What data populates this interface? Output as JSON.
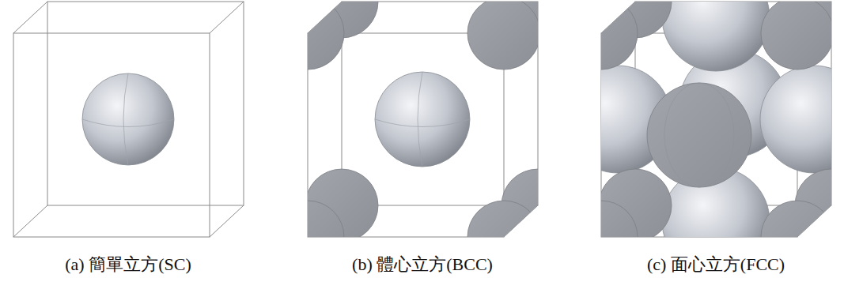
{
  "diagram": {
    "labels": [
      "(a) 簡單立方(SC)",
      "(b) 體心立方(BCC)",
      "(c) 面心立方(FCC)"
    ]
  }
}
